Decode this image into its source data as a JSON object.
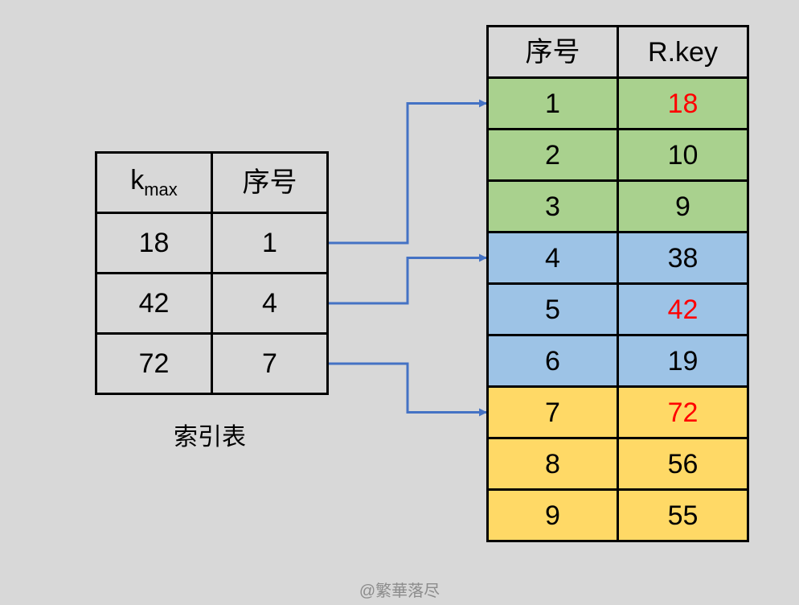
{
  "index_table": {
    "header": {
      "k": "k",
      "k_sub": "max",
      "seq": "序号"
    },
    "rows": [
      {
        "kmax": "18",
        "seq": "1"
      },
      {
        "kmax": "42",
        "seq": "4"
      },
      {
        "kmax": "72",
        "seq": "7"
      }
    ],
    "caption": "索引表"
  },
  "main_table": {
    "header": {
      "seq": "序号",
      "key": "R.key"
    },
    "rows": [
      {
        "seq": "1",
        "key": "18",
        "block": 0,
        "highlight": true
      },
      {
        "seq": "2",
        "key": "10",
        "block": 0,
        "highlight": false
      },
      {
        "seq": "3",
        "key": "9",
        "block": 0,
        "highlight": false
      },
      {
        "seq": "4",
        "key": "38",
        "block": 1,
        "highlight": false
      },
      {
        "seq": "5",
        "key": "42",
        "block": 1,
        "highlight": true
      },
      {
        "seq": "6",
        "key": "19",
        "block": 1,
        "highlight": false
      },
      {
        "seq": "7",
        "key": "72",
        "block": 2,
        "highlight": true
      },
      {
        "seq": "8",
        "key": "56",
        "block": 2,
        "highlight": false
      },
      {
        "seq": "9",
        "key": "55",
        "block": 2,
        "highlight": false
      }
    ]
  },
  "colors": {
    "background": "#d8d8d8",
    "block_colors": [
      "#a9d18e",
      "#9dc3e6",
      "#ffd966"
    ],
    "highlight_text": "#ff0000",
    "arrow": "#4472c4",
    "watermark": "#8c8c8c"
  },
  "links": [
    {
      "from_index_row": 0,
      "to_main_row": 0
    },
    {
      "from_index_row": 1,
      "to_main_row": 3
    },
    {
      "from_index_row": 2,
      "to_main_row": 6
    }
  ],
  "watermark": "@繁華落尽"
}
